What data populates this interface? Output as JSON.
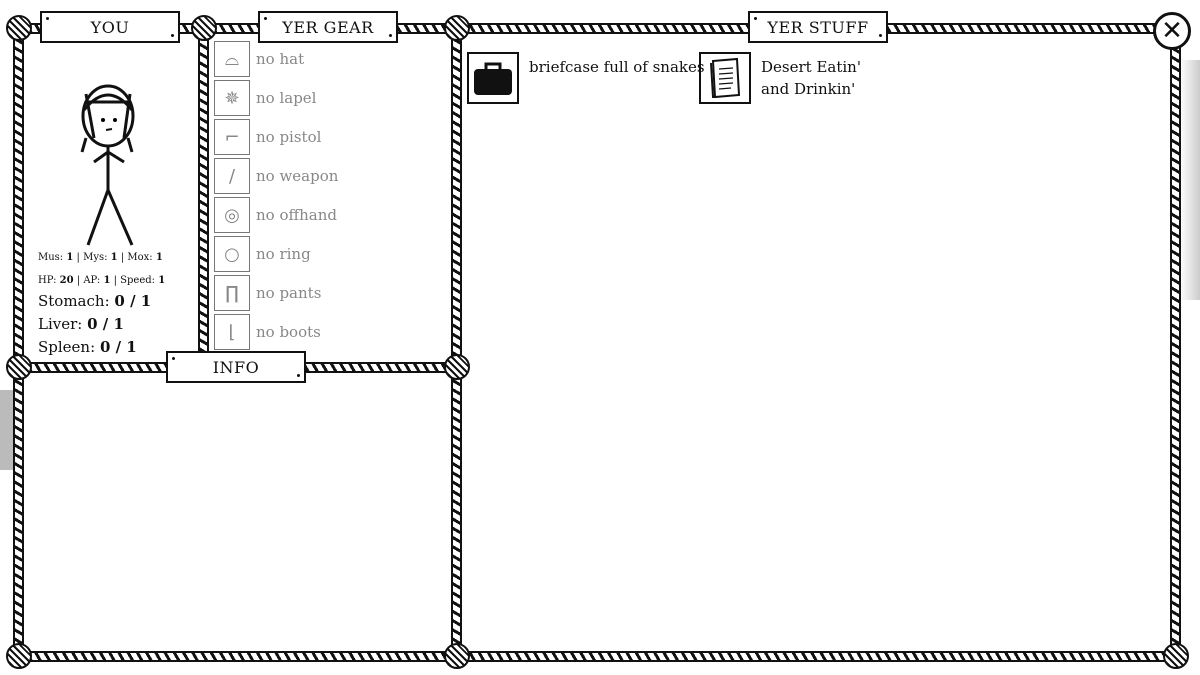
{
  "panels": {
    "you": "YOU",
    "gear": "YER GEAR",
    "stuff": "YER STUFF",
    "info": "INFO"
  },
  "close_icon": "close-x-icon",
  "stats": {
    "line1": {
      "mus_label": "Mus:",
      "mus": "1",
      "mys_label": "| Mys:",
      "mys": "1",
      "mox_label": "| Mox:",
      "mox": "1"
    },
    "line2": {
      "hp_label": "HP:",
      "hp": "20",
      "ap_label": "| AP:",
      "ap": "1",
      "speed_label": "| Speed:",
      "speed": "1"
    },
    "stomach_label": "Stomach:",
    "stomach": "0 / 1",
    "liver_label": "Liver:",
    "liver": "0 / 1",
    "spleen_label": "Spleen:",
    "spleen": "0 / 1"
  },
  "gear": [
    {
      "label": "no hat",
      "icon": "hat-icon",
      "glyph": "⌓"
    },
    {
      "label": "no lapel",
      "icon": "badge-icon",
      "glyph": "✵"
    },
    {
      "label": "no pistol",
      "icon": "pistol-icon",
      "glyph": "⌐"
    },
    {
      "label": "no weapon",
      "icon": "knife-icon",
      "glyph": "/"
    },
    {
      "label": "no offhand",
      "icon": "compass-icon",
      "glyph": "◎"
    },
    {
      "label": "no ring",
      "icon": "ring-icon",
      "glyph": "○"
    },
    {
      "label": "no pants",
      "icon": "pants-icon",
      "glyph": "∏"
    },
    {
      "label": "no boots",
      "icon": "boot-icon",
      "glyph": "⌊"
    }
  ],
  "stuff": [
    {
      "label": "briefcase full of snakes",
      "icon": "briefcase-icon"
    },
    {
      "label": "Desert Eatin' and Drinkin'",
      "icon": "book-icon"
    }
  ]
}
